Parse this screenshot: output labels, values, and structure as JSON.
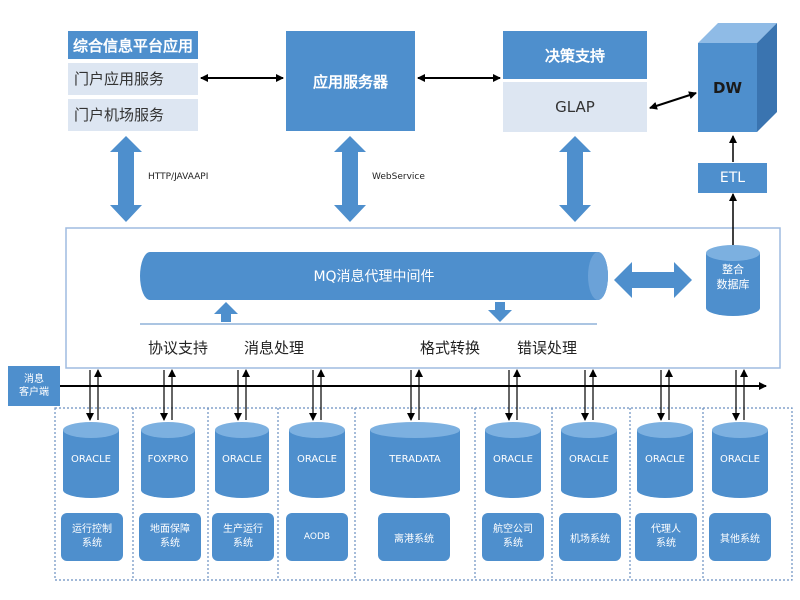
{
  "portal": {
    "title": "综合信息平台应用",
    "items": [
      "门户应用服务",
      "门户机场服务"
    ]
  },
  "app_server": {
    "label": "应用服务器"
  },
  "decision": {
    "title": "决策支持",
    "sub": "GLAP"
  },
  "dw": {
    "label": "DW"
  },
  "etl": {
    "label": "ETL"
  },
  "protocols": {
    "left": "HTTP/JAVAAPI",
    "middle": "WebService"
  },
  "middleware": {
    "bus_label": "MQ消息代理中间件",
    "functions": [
      "协议支持",
      "消息处理",
      "格式转换",
      "错误处理"
    ],
    "integration_db": [
      "整合",
      "数据库"
    ]
  },
  "client": {
    "label": [
      "消息",
      "客户端"
    ]
  },
  "systems": [
    {
      "db": "ORACLE",
      "name": [
        "运行控制",
        "系统"
      ]
    },
    {
      "db": "FOXPRO",
      "name": [
        "地面保障",
        "系统"
      ]
    },
    {
      "db": "ORACLE",
      "name": [
        "生产运行",
        "系统"
      ]
    },
    {
      "db": "ORACLE",
      "name": [
        "AODB"
      ]
    },
    {
      "db": "TERADATA",
      "name": [
        "离港系统"
      ]
    },
    {
      "db": "ORACLE",
      "name": [
        "航空公司",
        "系统"
      ]
    },
    {
      "db": "ORACLE",
      "name": [
        "机场系统"
      ]
    },
    {
      "db": "ORACLE",
      "name": [
        "代理人",
        "系统"
      ]
    },
    {
      "db": "ORACLE",
      "name": [
        "其他系统"
      ]
    }
  ],
  "colors": {
    "primary": "#4e8fcd",
    "light": "#dde6f2",
    "line": "#000000"
  }
}
